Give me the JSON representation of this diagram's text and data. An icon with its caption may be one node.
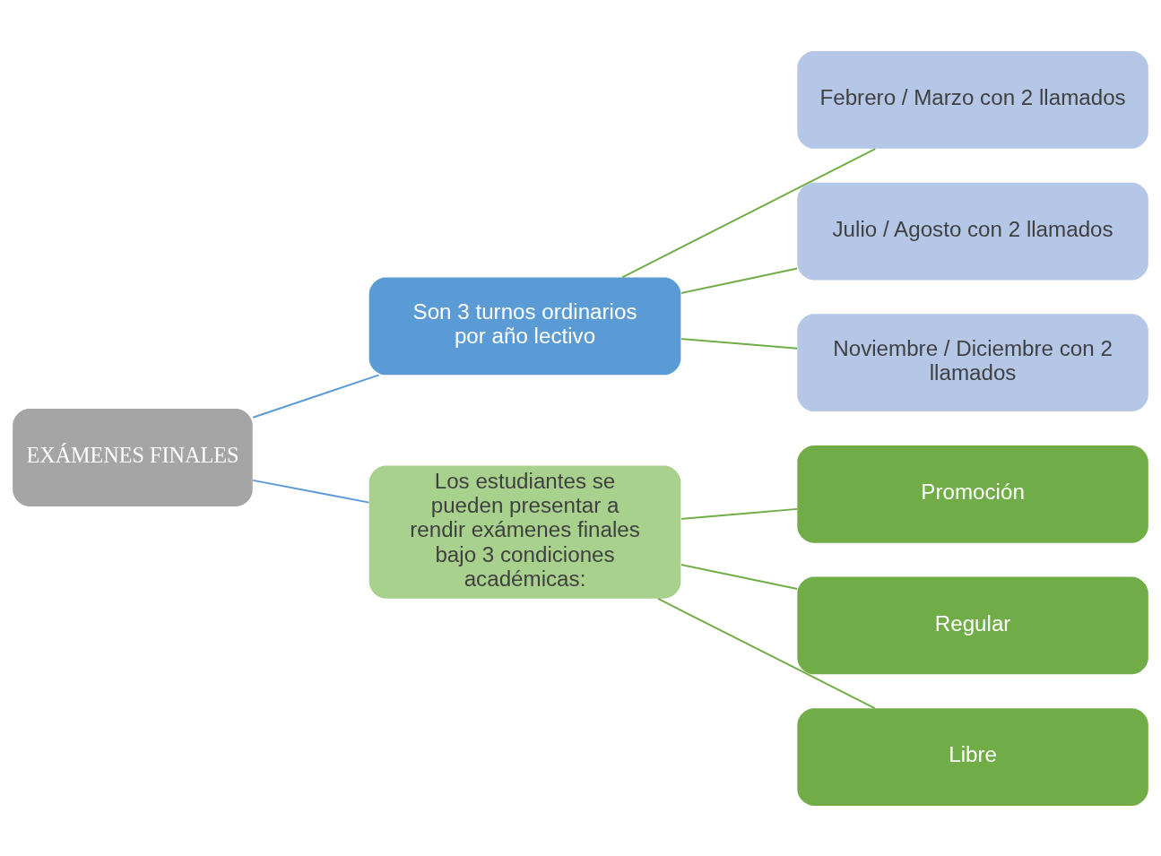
{
  "diagram": {
    "nodes": [
      {
        "text": [
          "EXÁMENES FINALES"
        ]
      },
      {
        "text": [
          "Son 3 turnos ordinarios por año lectivo"
        ]
      },
      {
        "text": [
          "Febrero / Marzo con 2 llamados"
        ]
      },
      {
        "text": [
          "Julio / Agosto con 2 llamados"
        ]
      },
      {
        "text": [
          "Noviembre / Diciembre con 2 llamados"
        ]
      },
      {
        "text": [
          "Los estudiantes se pueden presentar a rendir exámenes finales bajo 3 condiciones académicas:"
        ]
      },
      {
        "text": [
          "Promoción"
        ]
      },
      {
        "text": [
          "Regular"
        ]
      },
      {
        "text": [
          "Libre"
        ]
      }
    ],
    "edges": [
      {
        "from": 0,
        "to": 1,
        "arrow": "none",
        "color": "#5b9bd5"
      },
      {
        "from": 0,
        "to": 5,
        "arrow": "none",
        "color": "#5b9bd5"
      },
      {
        "from": 1,
        "to": 2,
        "arrow": "none"
      },
      {
        "from": 1,
        "to": 3,
        "arrow": "none"
      },
      {
        "from": 1,
        "to": 4,
        "arrow": "none"
      },
      {
        "from": 5,
        "to": 6,
        "arrow": "none"
      },
      {
        "from": 5,
        "to": 7,
        "arrow": "none"
      },
      {
        "from": 5,
        "to": 8,
        "arrow": "none"
      }
    ]
  }
}
